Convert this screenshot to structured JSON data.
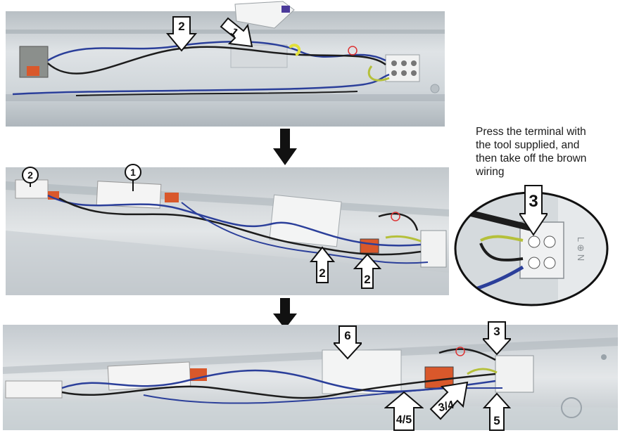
{
  "caption": {
    "lines": [
      "Press the terminal with",
      "the tool supplied, and",
      "then take off the brown",
      "wiring"
    ]
  },
  "panel1": {
    "arrow_down_label": "2",
    "arrow_diag_label": "1"
  },
  "panel2": {
    "tag_left": "2",
    "tag_right": "1",
    "arrow_up_a": "2",
    "arrow_up_b": "2"
  },
  "closeup": {
    "arrow_label": "3",
    "terminal_text": "L ⊕ N"
  },
  "panel3": {
    "arrow_top_a": "6",
    "arrow_top_b": "3",
    "arrow_up_a": "4/5",
    "arrow_diag": "3/4",
    "arrow_up_b": "5"
  },
  "colors": {
    "housing": "#c9cfd3",
    "shadow": "#9aa3aa",
    "wire_blue": "#2b3f9a",
    "wire_black": "#1c1c1c",
    "wire_brown": "#4a3a2a",
    "connector_orange": "#d9582b",
    "earth_green_yellow": "#b5c03a"
  },
  "icons": [
    "down-arrow-icon",
    "up-arrow-icon",
    "diagonal-arrow-icon",
    "earth-symbol-icon"
  ]
}
